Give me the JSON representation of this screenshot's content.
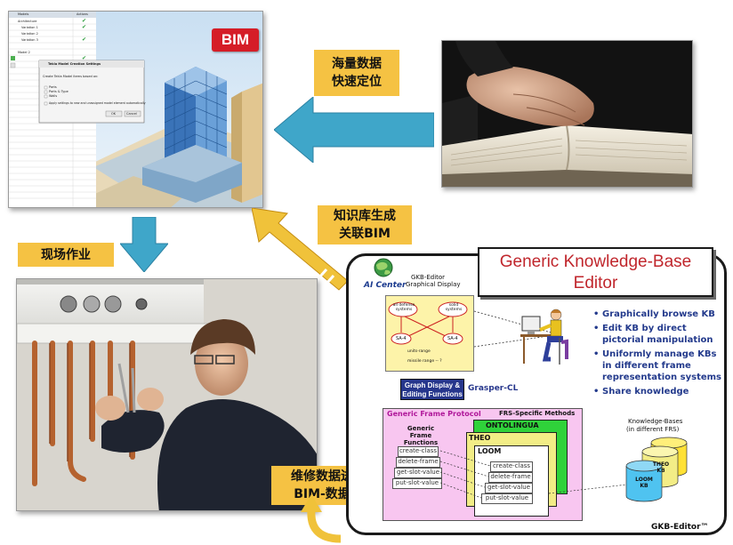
{
  "bim_panel": {
    "badge": "BIM",
    "tree_header_col1": "Models",
    "tree_header_col2": "Actions",
    "tree_rows": [
      "Architecture",
      "Variation 1",
      "Variation 2",
      "Variation 3",
      "Model 2"
    ],
    "dialog_title": "Tekla Model Creation Settings",
    "dialog_prompt": "Create Tekla Model items based on:",
    "dialog_options": [
      "Parts",
      "Parts & Type",
      "Walls"
    ],
    "dialog_checkbox": "Apply settings to new and unassigned model element automatically",
    "dialog_ok": "OK",
    "dialog_cancel": "Cancel"
  },
  "labels": {
    "massive_data": "海量数据\n快速定位",
    "kb_generate": "知识库生成\n关联BIM",
    "onsite_work": "现场作业",
    "repair_data": "维修数据进入\nBIM-数据库"
  },
  "gkb": {
    "logo_text": "AI Center",
    "editor_caption_line1": "GKB-Editor",
    "editor_caption_line2": "Graphical Display",
    "title_line1": "Generic Knowledge-Base",
    "title_line2": "Editor",
    "nodes": [
      "all defense systems",
      "solid systems",
      "SA-4",
      "SA-4"
    ],
    "node_slots": [
      "units-range",
      "missile range -- ?"
    ],
    "graph_display_label": "Graph Display & Editing Functions",
    "grasper": "Grasper-CL",
    "gfp_title": "Generic Frame Protocol",
    "frs_title": "FRS-Specific Methods",
    "generic_functions_title": "Generic Frame Functions",
    "generic_methods": [
      "create-class",
      "delete-frame",
      "get-slot-value",
      "put-slot-value"
    ],
    "systems": [
      "ONTOLINGUA",
      "THEO",
      "LOOM"
    ],
    "loom_methods": [
      "create-class",
      "delete-frame",
      "get-slot-value",
      "put-slot-value"
    ],
    "kb_title_line1": "Knowledge-Bases",
    "kb_title_line2": "(in different FRS)",
    "kb_labels": [
      "THEO KB",
      "LOOM KB"
    ],
    "features": [
      "Graphically browse KB",
      "Edit KB by direct pictorial manipulation",
      "Uniformly manage KBs in different frame representation systems",
      "Share knowledge"
    ],
    "footer": "GKB-Editor™"
  },
  "colors": {
    "arrow_blue": "#3fa6c9",
    "arrow_yellow": "#f0c23a",
    "label_bg": "#f5c243",
    "gkb_title": "#c0262c",
    "gfp_pink": "#f8c6f0",
    "frs_green": "#2fd23a",
    "frs_yellow": "#f2ed86",
    "feature_blue": "#233a8c"
  }
}
